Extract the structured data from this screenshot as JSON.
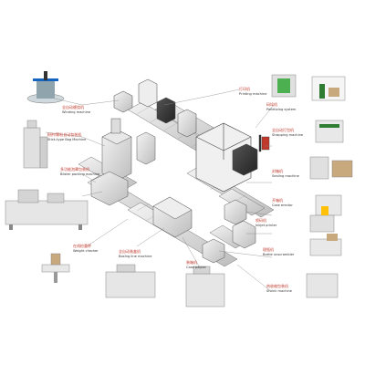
{
  "labels": {
    "wrapping": {
      "cn": "全自动缠绕机",
      "en": "Winding machine"
    },
    "sachet": {
      "cn": "粉剂/颗粒自动包装机",
      "en": "Stick-type Bag Machine"
    },
    "tablet": {
      "cn": "多功能泡罩包装机",
      "en": "Blister packing machine"
    },
    "weigh": {
      "cn": "在线检重秤",
      "en": "Weight checker"
    },
    "boxing": {
      "cn": "全自动装盒机",
      "en": "Boxing line machine"
    },
    "printing": {
      "cn": "打印机",
      "en": "Printing machine"
    },
    "palletizing": {
      "cn": "码垛机",
      "en": "Palletizing system"
    },
    "strapping": {
      "cn": "全自动打包机",
      "en": "Strapping machine"
    },
    "sealing": {
      "cn": "封箱机",
      "en": "Sealing machine"
    },
    "erector": {
      "cn": "开箱机",
      "en": "Case erector"
    },
    "spray": {
      "cn": "喷码机",
      "en": "Inkjet printer"
    },
    "bottle": {
      "cn": "理瓶机",
      "en": "Bottle unscrambler"
    },
    "carton": {
      "cn": "装箱机",
      "en": "Case packer"
    },
    "shrink": {
      "cn": "热收缩包装机",
      "en": "Shrink machine"
    }
  }
}
